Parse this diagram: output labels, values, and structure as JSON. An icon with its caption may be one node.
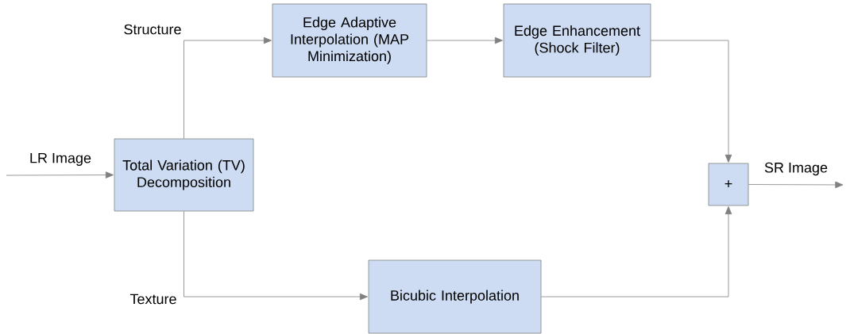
{
  "diagram": {
    "nodes": [
      {
        "text": [
          "Total Variation (TV) Decomposition"
        ]
      },
      {
        "text": [
          "Edge Adaptive Interpolation (MAP Minimization)"
        ]
      },
      {
        "text": [
          "Edge Enhancement (Shock Filter)"
        ]
      },
      {
        "text": [
          "Bicubic Interpolation"
        ]
      },
      {
        "text": [
          "+"
        ]
      }
    ],
    "edges": [
      {
        "from": null,
        "to": 0,
        "arrow": "to",
        "label": "LR Image"
      },
      {
        "from": 0,
        "to": 1,
        "arrow": "to",
        "label": "Structure"
      },
      {
        "from": 0,
        "to": 3,
        "arrow": "to",
        "label": "Texture"
      },
      {
        "from": 1,
        "to": 2,
        "arrow": "to"
      },
      {
        "from": 2,
        "to": 4,
        "arrow": "to"
      },
      {
        "from": 3,
        "to": 4,
        "arrow": "to"
      },
      {
        "from": 4,
        "to": null,
        "arrow": "to",
        "label": "SR Image"
      }
    ]
  }
}
